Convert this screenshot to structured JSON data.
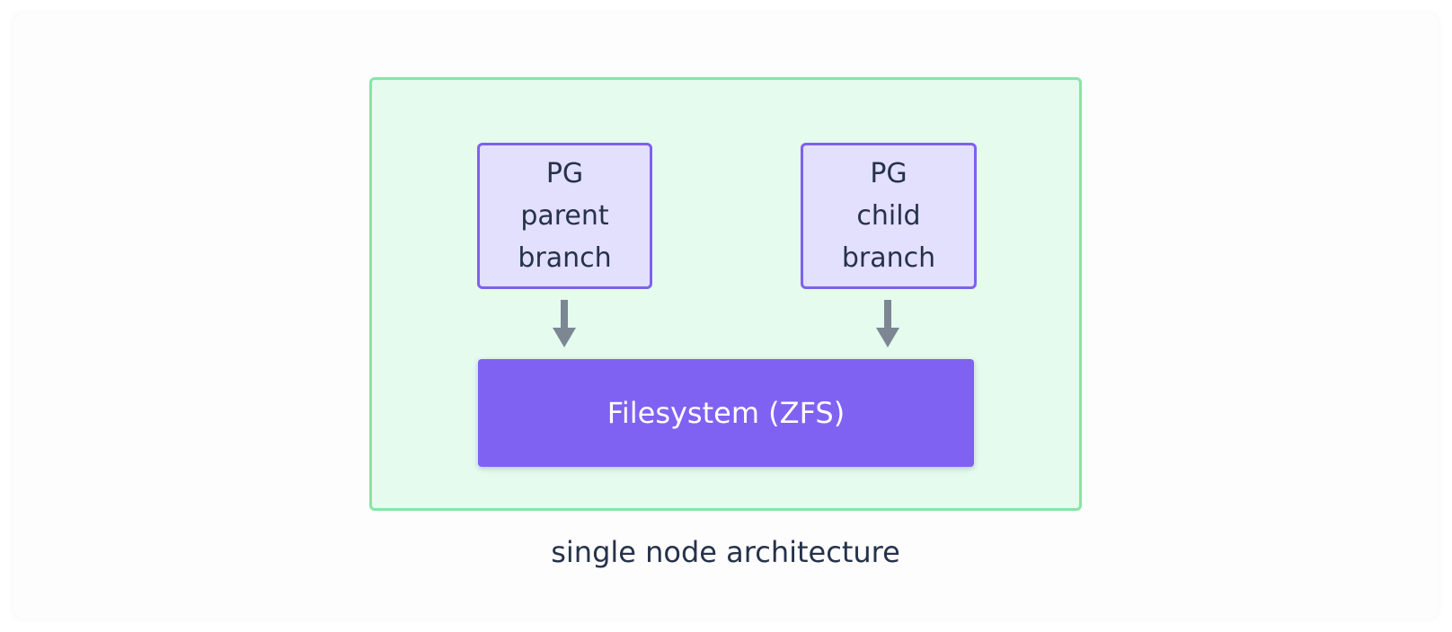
{
  "colors": {
    "card_bg": "#fdfdfd",
    "outer_fill": "#e4fbee",
    "outer_border": "#86e5a7",
    "branch_fill": "#e3e0fd",
    "branch_border": "#8060ee",
    "filesystem_fill": "#8062f2",
    "arrow": "#7d8794",
    "text": "#26324a"
  },
  "diagram": {
    "parent_branch": [
      "PG",
      "parent",
      "branch"
    ],
    "child_branch": [
      "PG",
      "child",
      "branch"
    ],
    "filesystem": "Filesystem (ZFS)",
    "caption": "single node architecture"
  }
}
